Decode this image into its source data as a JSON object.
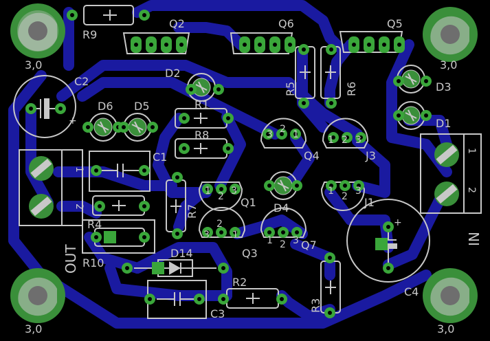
{
  "colors": {
    "background": "#000000",
    "trace": "#1a1aa0",
    "pad": "#3aa63a",
    "silk": "#c8c8c8",
    "hole": "#000000",
    "mount": "#3a8f3a"
  },
  "mount_holes": {
    "label": "3,0",
    "labels": [
      "3,0",
      "3,0",
      "3,0",
      "3,0"
    ]
  },
  "designators": {
    "Q1": "Q1",
    "Q2": "Q2",
    "Q3": "Q3",
    "Q4": "Q4",
    "Q5": "Q5",
    "Q6": "Q6",
    "Q7": "Q7",
    "R1": "R1",
    "R2": "R2",
    "R3": "R3",
    "R4": "R4",
    "R5": "R5",
    "R6": "R6",
    "R7": "R7",
    "R8": "R8",
    "R9": "R9",
    "R10": "R10",
    "C1": "C1",
    "C2": "C2",
    "C3": "C3",
    "C4": "C4",
    "D1": "D1",
    "D2": "D2",
    "D3": "D3",
    "D4": "D4",
    "D5": "D5",
    "D6": "D6",
    "D14": "D14",
    "J1": "J1",
    "J3": "J3"
  },
  "connectors": {
    "out_label": "OUT",
    "in_label": "IN",
    "pin1": "1",
    "pin2": "2"
  },
  "pin_numbers": {
    "p1": "1",
    "p2": "2",
    "p3": "3"
  },
  "polarity": {
    "plus": "+"
  }
}
